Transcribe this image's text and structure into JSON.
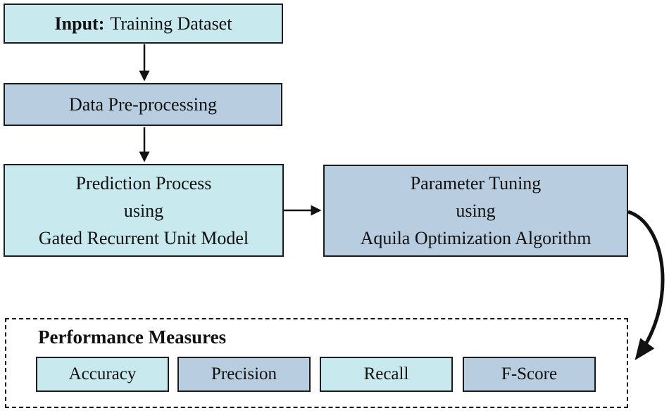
{
  "colors": {
    "box_cyan": "#c8e9ee",
    "box_blue": "#b9cde0",
    "box_border": "#1c1c1c",
    "arrow": "#111111",
    "text": "#111111",
    "background": "#ffffff"
  },
  "flowchart": {
    "input_box": {
      "bold_prefix": "Input:",
      "text": "Training Dataset"
    },
    "preprocessing_box": {
      "text": "Data Pre-processing"
    },
    "prediction_box": {
      "lines": [
        "Prediction Process",
        "using",
        "Gated Recurrent Unit Model"
      ]
    },
    "tuning_box": {
      "lines": [
        "Parameter Tuning",
        "using",
        "Aquila Optimization Algorithm"
      ]
    },
    "performance_panel": {
      "title": "Performance Measures",
      "measures": [
        {
          "label": "Accuracy"
        },
        {
          "label": "Precision"
        },
        {
          "label": "Recall"
        },
        {
          "label": "F-Score"
        }
      ]
    }
  }
}
